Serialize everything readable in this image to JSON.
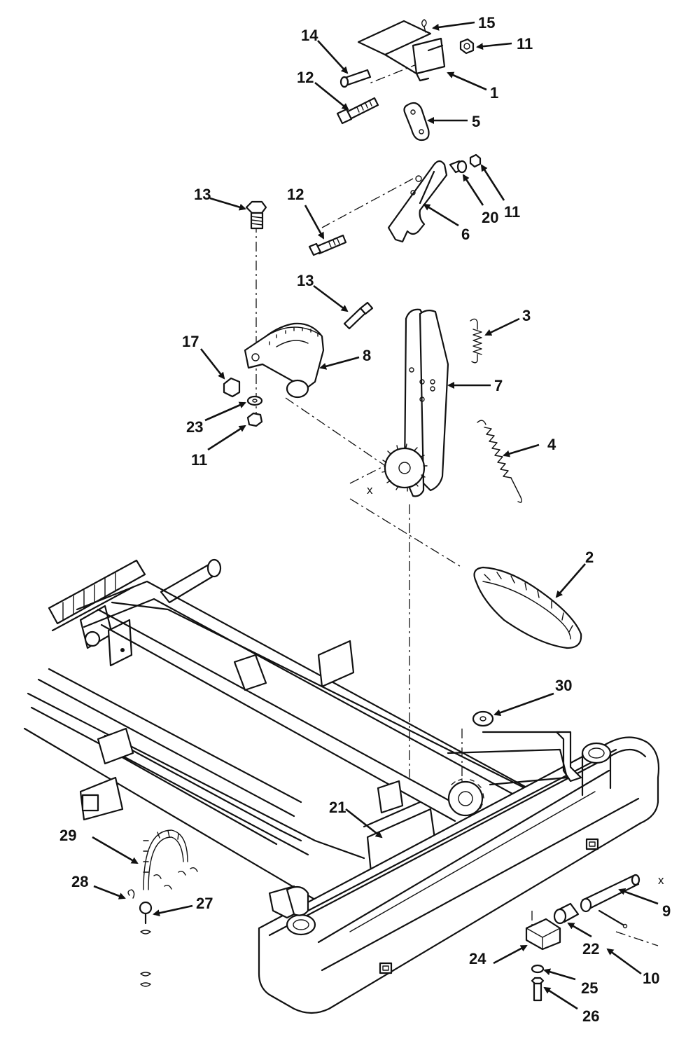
{
  "callouts": {
    "c15": "15",
    "c11a": "11",
    "c14": "14",
    "c12a": "12",
    "c1": "1",
    "c5": "5",
    "c13a": "13",
    "c12b": "12",
    "c20": "20",
    "c11b": "11",
    "c6": "6",
    "c13b": "13",
    "c3": "3",
    "c17": "17",
    "c8": "8",
    "c7": "7",
    "c23": "23",
    "c11c": "11",
    "c4": "4",
    "c2": "2",
    "c30": "30",
    "c21": "21",
    "c29": "29",
    "c28": "28",
    "c27": "27",
    "c9": "9",
    "c22": "22",
    "c10": "10",
    "c24": "24",
    "c25": "25",
    "c26": "26"
  },
  "markers": {
    "x_left": "x",
    "x_right": "x"
  }
}
